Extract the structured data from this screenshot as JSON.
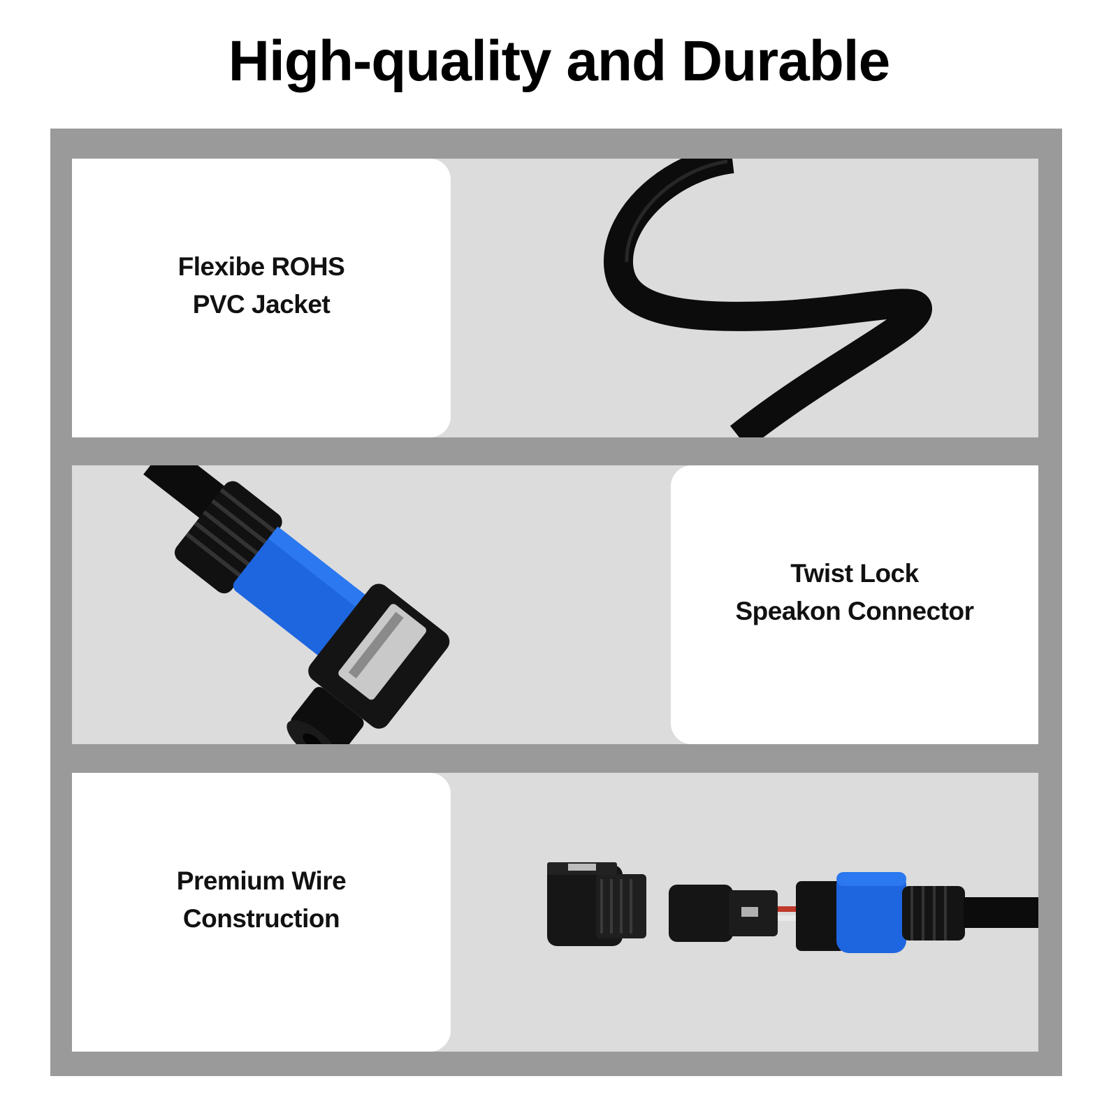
{
  "page": {
    "title": "High-quality and Durable"
  },
  "features": [
    {
      "line1": "Flexibe ROHS",
      "line2": "PVC Jacket"
    },
    {
      "line1": "Twist Lock",
      "line2": "Speakon Connector"
    },
    {
      "line1": "Premium Wire",
      "line2": "Construction"
    }
  ],
  "colors": {
    "frame": "#9a9a9a",
    "panel": "#dcdcdc",
    "card": "#ffffff",
    "cable": "#0c0c0c",
    "accent_blue": "#1e66e0"
  },
  "icons": {
    "photo1": "coiled-cable-image",
    "photo2": "speakon-connector-image",
    "photo3": "disassembled-connector-image"
  }
}
